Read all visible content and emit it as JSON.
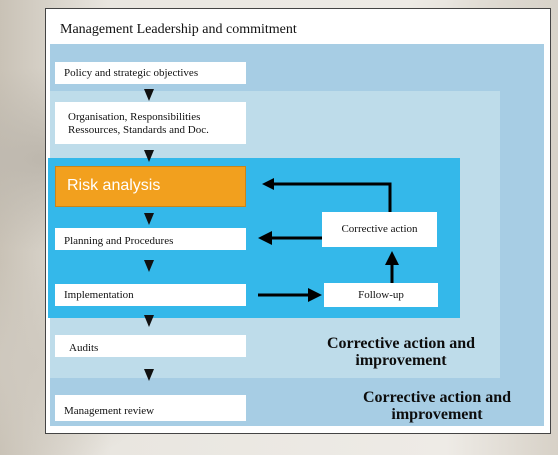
{
  "diagram": {
    "title": "Management Leadership and commitment",
    "steps": [
      {
        "label": "Policy and strategic objectives"
      },
      {
        "label_line1": "Organisation, Responsibilities",
        "label_line2": "Ressources, Standards and Doc."
      },
      {
        "label": "Risk analysis"
      },
      {
        "label": "Planning and Procedures"
      },
      {
        "label": "Implementation"
      },
      {
        "label": "Audits"
      },
      {
        "label": "Management review"
      }
    ],
    "corrective_action": "Corrective action",
    "follow_up": "Follow-up",
    "inner_loop_title_line1": "Corrective action and",
    "inner_loop_title_line2": "improvement",
    "outer_loop_title_line1": "Corrective action and",
    "outer_loop_title_line2": "improvement"
  },
  "colors": {
    "outer_region": "#a7cde4",
    "middle_region": "#bedcea",
    "inner_region": "#34b8ea",
    "risk_box": "#f2a01e"
  }
}
